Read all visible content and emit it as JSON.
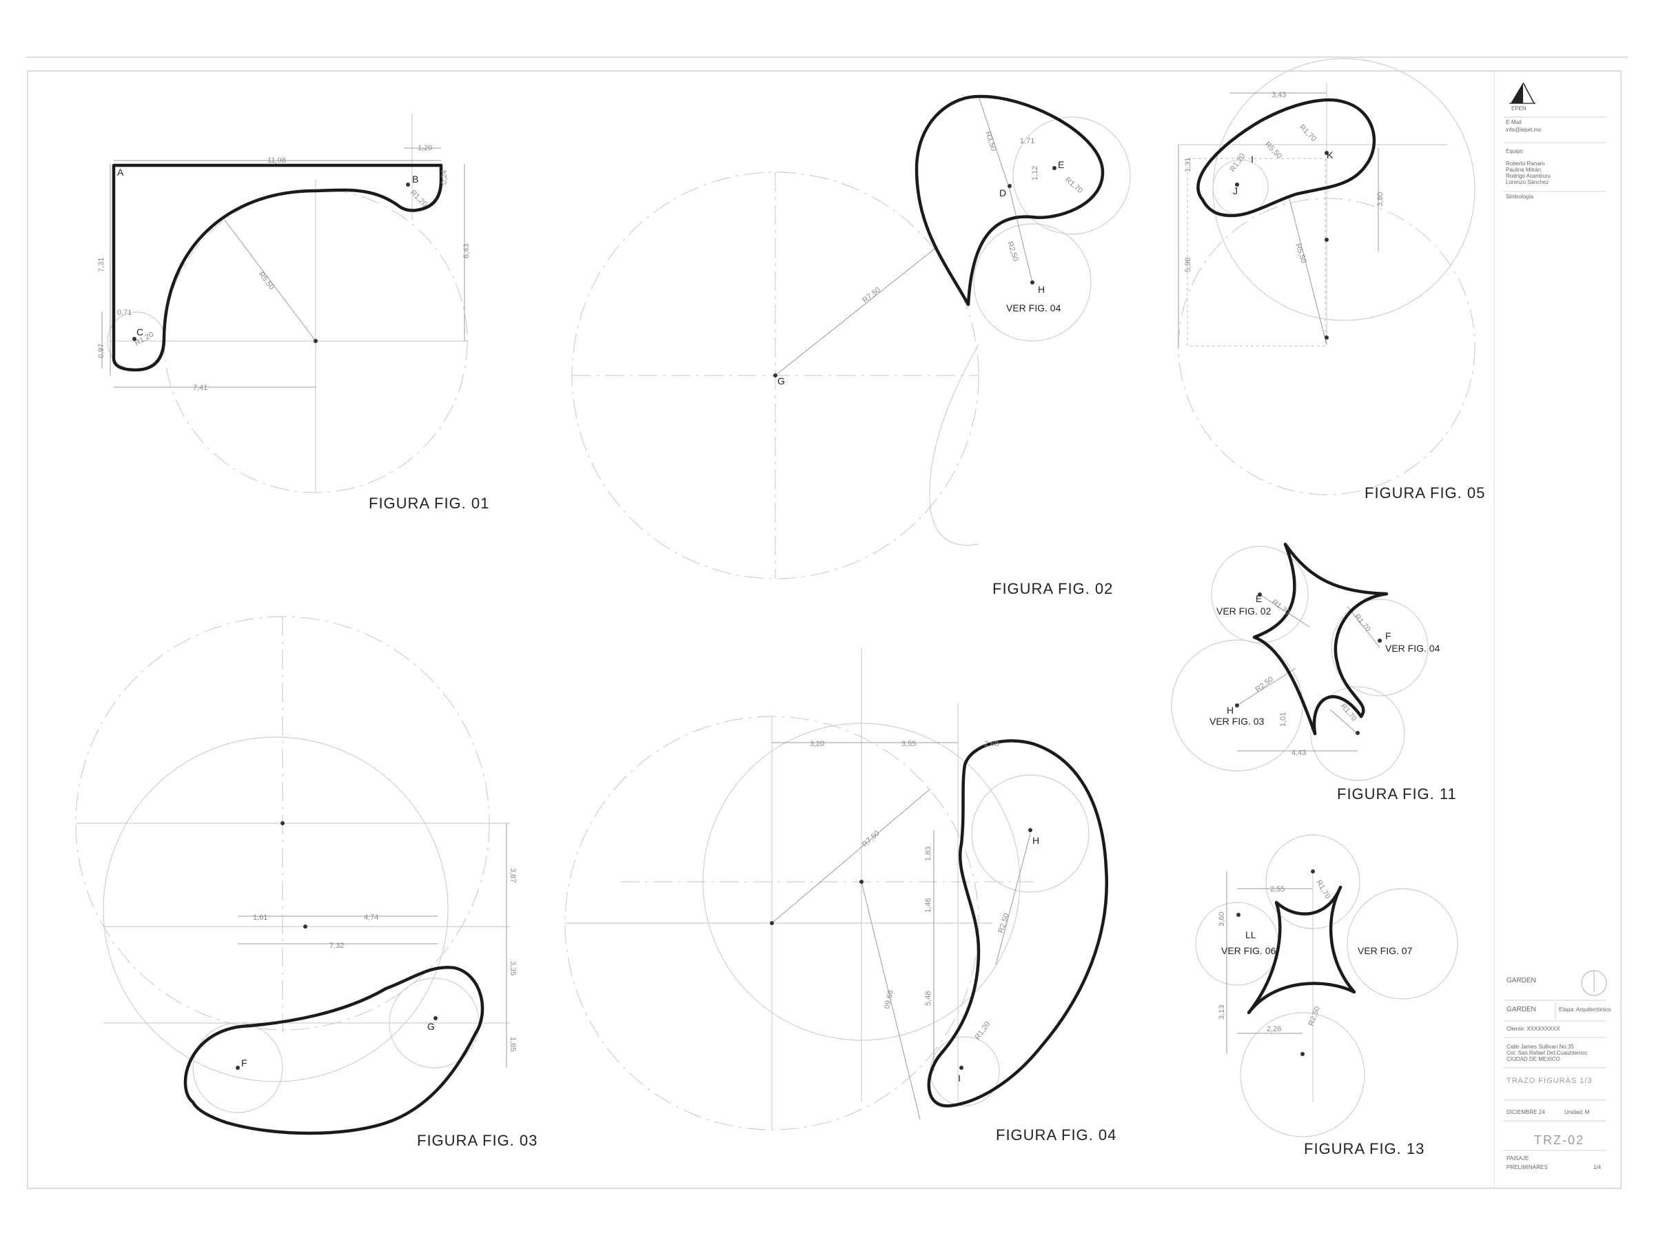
{
  "figures": {
    "fig01": {
      "caption": "FIGURA FIG. 01",
      "points": [
        "A",
        "B",
        "C"
      ],
      "dims": [
        "11,98",
        "1,20",
        "7,31",
        "6,43",
        "R5,50",
        "R1,20",
        "R1,20",
        "0,71",
        "0,97",
        "7,41",
        "0,24"
      ]
    },
    "fig02": {
      "caption": "FIGURA FIG. 02",
      "points": [
        "D",
        "E",
        "G",
        "H"
      ],
      "dims": [
        "R3,50",
        "1,71",
        "R1,70",
        "R2,50",
        "R7,50",
        "1,12"
      ],
      "note": "VER FIG. 04"
    },
    "fig03": {
      "caption": "FIGURA FIG. 03",
      "points": [
        "F",
        "G"
      ],
      "dims": [
        "1,61",
        "4,74",
        "7,32",
        "3,87",
        "3,35",
        "1,85"
      ]
    },
    "fig04": {
      "caption": "FIGURA FIG. 04",
      "points": [
        "H",
        "I"
      ],
      "dims": [
        "3,20",
        "3,55",
        "2,68",
        "R7,50",
        "1,83",
        "1,46",
        "5,48",
        "R2,50",
        "R1,20",
        "09,68"
      ]
    },
    "fig05": {
      "caption": "FIGURA FIG. 05",
      "points": [
        "I",
        "J",
        "K"
      ],
      "dims": [
        "3,43",
        "R1,70",
        "R5,50",
        "R1,20",
        "R5,50",
        "1,31",
        "5,98",
        "3,80"
      ]
    },
    "fig11": {
      "caption": "FIGURA FIG. 11",
      "points": [
        "E",
        "F",
        "H"
      ],
      "notes": [
        "VER FIG. 02",
        "VER FIG. 04",
        "VER FIG. 03"
      ],
      "dims": [
        "R1,70",
        "R1,70",
        "R2,50",
        "R1,70",
        "1,01",
        "4,43"
      ]
    },
    "fig13": {
      "caption": "FIGURA FIG. 13",
      "points": [
        "LL"
      ],
      "notes": [
        "VER FIG. 06",
        "VER FIG. 07"
      ],
      "dims": [
        "2,55",
        "R1,70",
        "3,60",
        "3,13",
        "2,26",
        "R2,50"
      ]
    }
  },
  "title_block": {
    "company": "EPEN",
    "email_label": "E-Mail",
    "email": "info@lepet.mx",
    "team_label": "Equipo",
    "team": [
      "Roberto Ranam",
      "Paulina Mitrán",
      "Rodrigo Aramburu",
      "Lorenzo Sánchez"
    ],
    "symbology_label": "Simbología",
    "project": "GARDEN",
    "stage": "Etapa: Arquitectónico",
    "client": "Cliente: XXXXXXXXX",
    "address": [
      "Calle James Sullivan No.35",
      "Col. San Rafael Del.Cuauhtemoc",
      "CIUDAD DE MEXICO"
    ],
    "drawing_title": "TRAZO FIGURAS 1/3",
    "date": "DICIEMBRE 24",
    "unit": "Unidad: M",
    "code": "TRZ-02",
    "discipline": "PAISAJE",
    "phase": "PRELIMINARES",
    "sheet": "1/4"
  }
}
